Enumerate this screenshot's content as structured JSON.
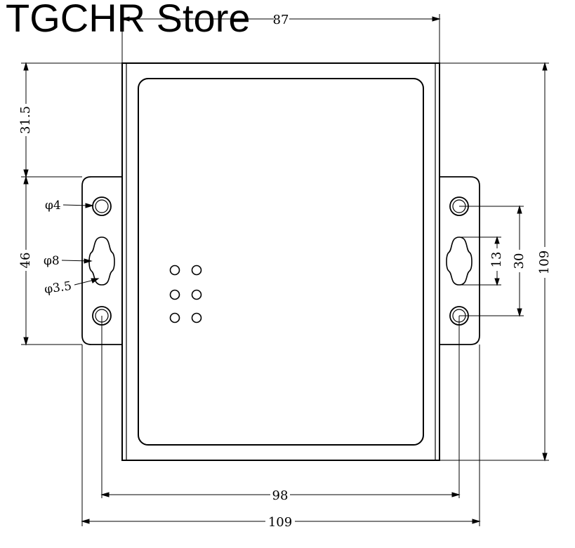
{
  "store_name": "TGCHR Store",
  "dimensions": {
    "top_width": "87",
    "overall_height": "109",
    "top_offset": "31.5",
    "flange_span": "46",
    "hole_spacing": "98",
    "overall_width": "109",
    "slot_length": "13",
    "hole_pitch": "30"
  },
  "callouts": {
    "hole_diameter": "φ4",
    "slot_outer": "φ8",
    "slot_inner": "φ3.5"
  },
  "colors": {
    "line": "#000000",
    "background": "#ffffff"
  }
}
